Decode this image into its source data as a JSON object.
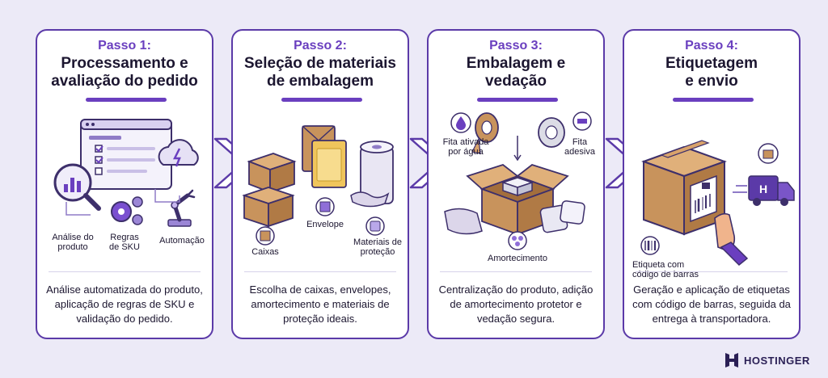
{
  "steps": [
    {
      "label": "Passo 1:",
      "title_lines": [
        "Processamento e",
        "avaliação do pedido"
      ],
      "items": [
        "Análise do",
        "produto",
        "Regras",
        "de SKU",
        "Automação"
      ],
      "description_lines": [
        "Análise automatizada do produto,",
        "aplicação de regras de SKU e",
        "validação do pedido."
      ]
    },
    {
      "label": "Passo 2:",
      "title_lines": [
        "Seleção de materiais",
        "de embalagem"
      ],
      "items": [
        "Envelope",
        "Caixas",
        "Materiais de",
        "proteção"
      ],
      "description_lines": [
        "Escolha de caixas, envelopes,",
        "amortecimento e materiais de",
        "proteção ideais."
      ]
    },
    {
      "label": "Passo 3:",
      "title_lines": [
        "Embalagem e",
        "vedação"
      ],
      "items": [
        "Fita ativada",
        "por água",
        "Fita",
        "adesiva",
        "Amortecimento"
      ],
      "description_lines": [
        "Centralização do produto, adição",
        "de amortecimento protetor e",
        "vedação segura."
      ]
    },
    {
      "label": "Passo 4:",
      "title_lines": [
        "Etiquetagem",
        "e envio"
      ],
      "items": [
        "Etiqueta com",
        "código de barras"
      ],
      "description_lines": [
        "Geração e aplicação de etiquetas",
        "com código de barras, seguida da",
        "entrega à transportadora."
      ]
    }
  ],
  "brand": {
    "name": "HOSTINGER"
  },
  "colors": {
    "accent": "#6a3fbf",
    "border": "#5b3aa8",
    "background": "#eceaf7",
    "cardboard": "#c8935c",
    "text": "#1c1630"
  }
}
